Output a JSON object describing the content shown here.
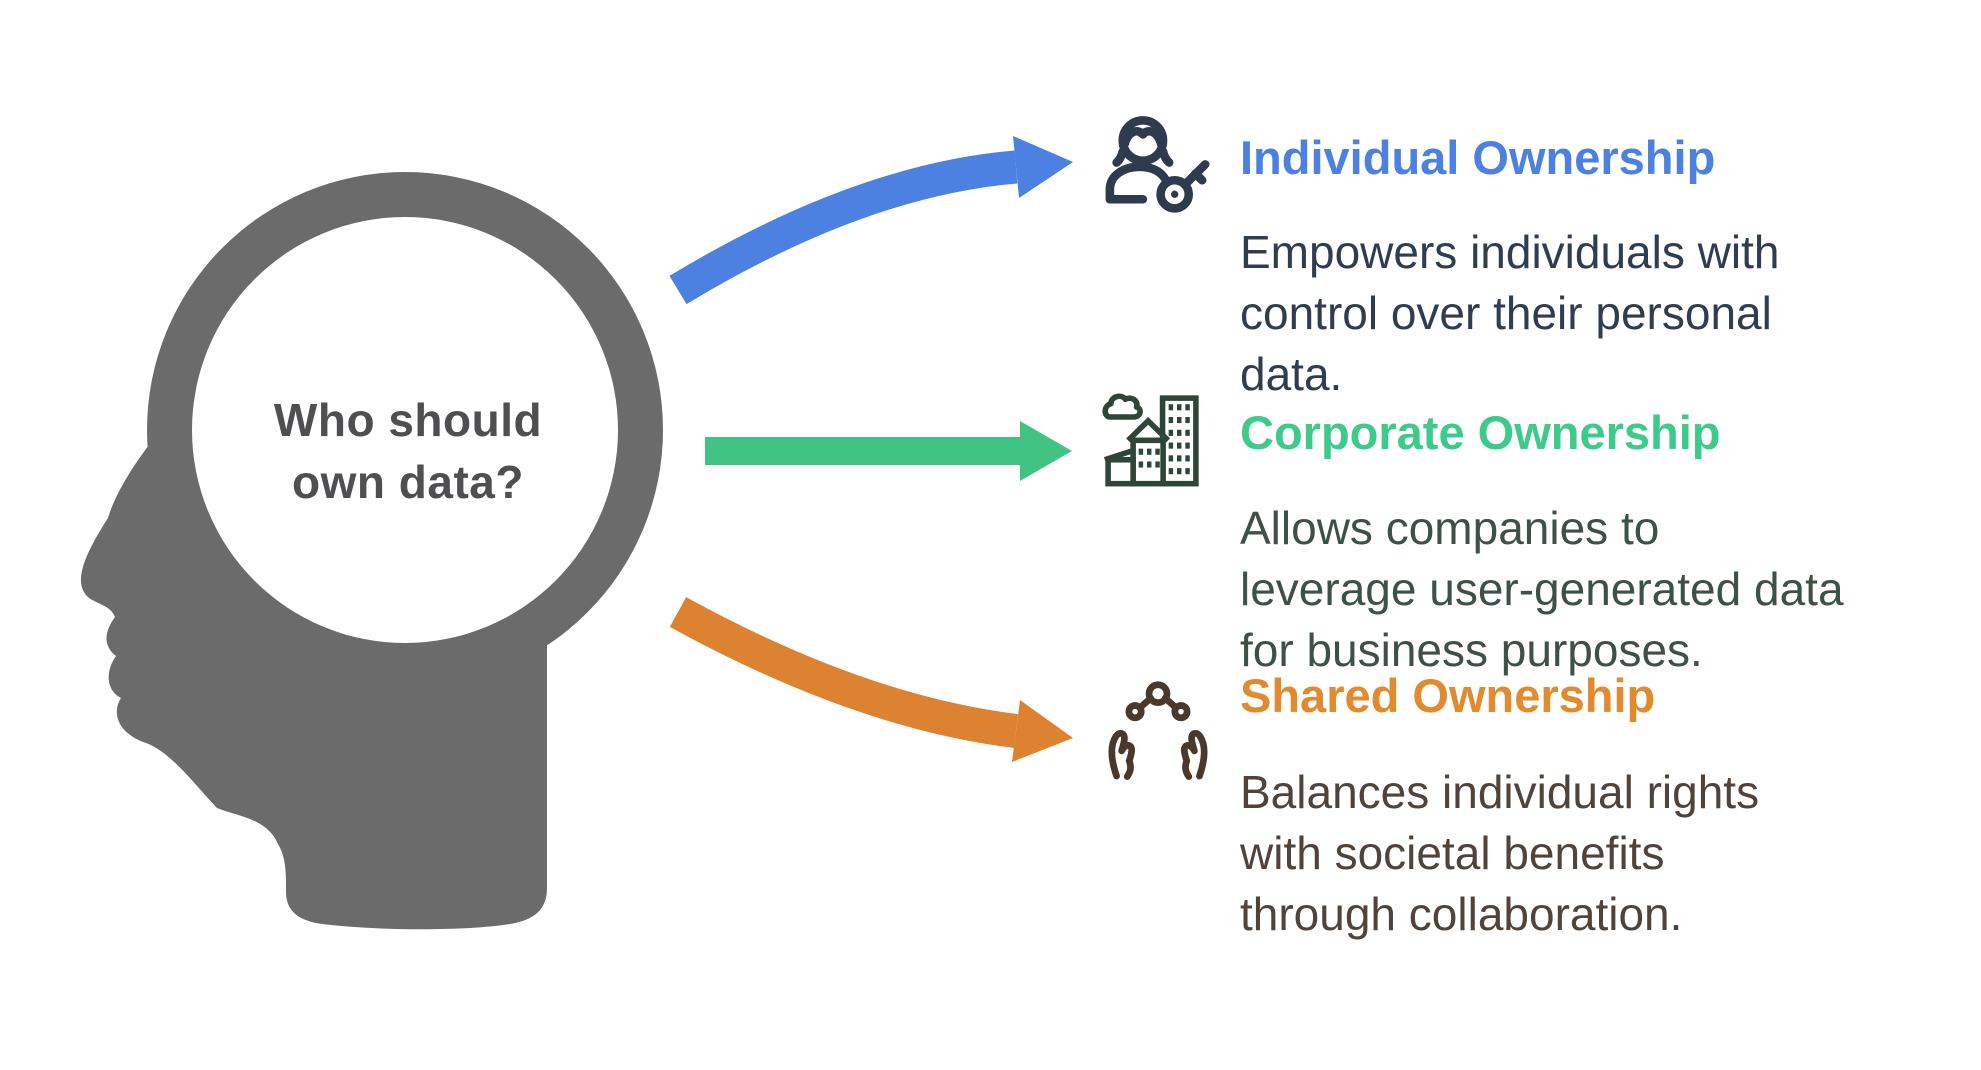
{
  "question": {
    "text": "Who should\nown data?"
  },
  "head": {
    "silhouette_color": "#6B6B6B",
    "text_color": "#4F4F52"
  },
  "arrows": [
    {
      "name": "arrow-to-individual",
      "color": "#4C80E1"
    },
    {
      "name": "arrow-to-corporate",
      "color": "#41C383"
    },
    {
      "name": "arrow-to-shared",
      "color": "#DC8231"
    }
  ],
  "sections": [
    {
      "heading": "Individual Ownership",
      "heading_color": "#4C80E1",
      "body": "Empowers individuals with\ncontrol over their personal\ndata.",
      "body_color": "#303C4F",
      "icon": "person-with-key-icon",
      "icon_color": "#2E3A4D"
    },
    {
      "heading": "Corporate Ownership",
      "heading_color": "#3DCB8B",
      "body": "Allows companies to\nleverage user-generated data\nfor business purposes.",
      "body_color": "#3E5147",
      "icon": "city-buildings-icon",
      "icon_color": "#2E4638"
    },
    {
      "heading": "Shared Ownership",
      "heading_color": "#E18A2E",
      "body": "Balances individual rights\nwith societal benefits\nthrough collaboration.",
      "body_color": "#50443A",
      "icon": "hands-holding-network-icon",
      "icon_color": "#4A392B"
    }
  ]
}
